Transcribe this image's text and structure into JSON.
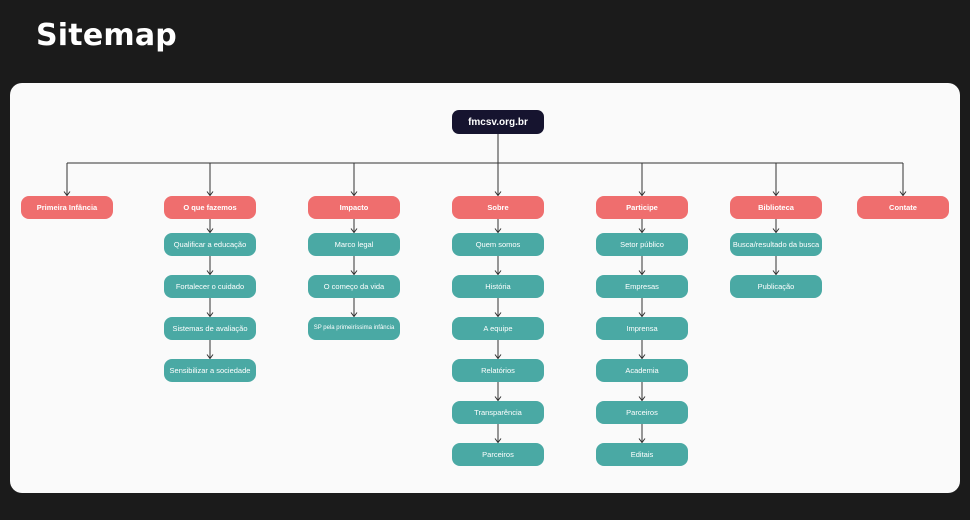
{
  "header": {
    "title": "Sitemap"
  },
  "colors": {
    "background": "#1b1b1b",
    "board": "#fafafa",
    "root": "#16142f",
    "section": "#ef6e6e",
    "page": "#4aa9a4",
    "line": "#333333"
  },
  "sitemap": {
    "root": "fmcsv.org.br",
    "sections": [
      {
        "label": "Primeira Infância",
        "children": []
      },
      {
        "label": "O que fazemos",
        "children": [
          "Qualificar a educação",
          "Fortalecer o cuidado",
          "Sistemas de avaliação",
          "Sensibilizar a sociedade"
        ]
      },
      {
        "label": "Impacto",
        "children": [
          "Marco legal",
          "O começo da vida",
          "SP pela primeiríssima infância"
        ]
      },
      {
        "label": "Sobre",
        "children": [
          "Quem somos",
          "História",
          "A equipe",
          "Relatórios",
          "Transparência",
          "Parceiros"
        ]
      },
      {
        "label": "Participe",
        "children": [
          "Setor público",
          "Empresas",
          "Imprensa",
          "Academia",
          "Parceiros",
          "Editais"
        ]
      },
      {
        "label": "Biblioteca",
        "children": [
          "Busca/resultado da busca",
          "Publicação"
        ]
      },
      {
        "label": "Contate",
        "children": []
      }
    ]
  }
}
